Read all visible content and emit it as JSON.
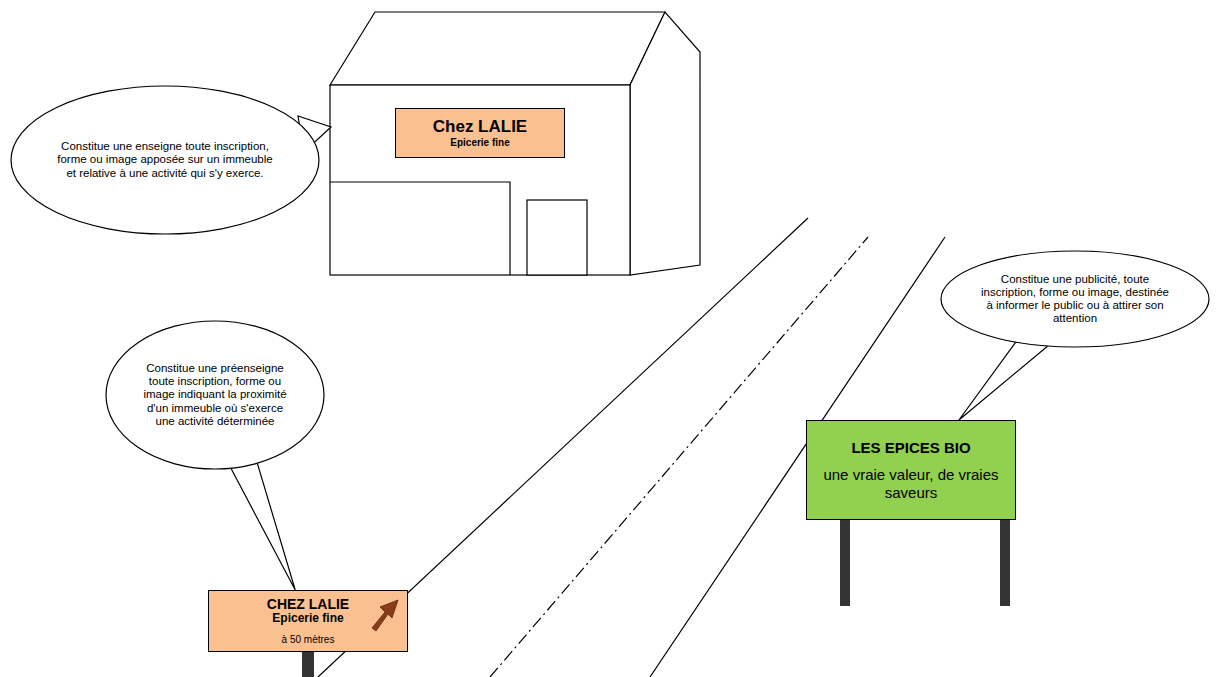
{
  "diagram": {
    "nodes": [
      {
        "text": [
          "Constitue une enseigne toute inscription, forme ou image apposée sur un immeuble et relative à une activité qui s'y exerce."
        ]
      },
      {
        "text": [
          "Chez LALIE",
          "Epicerie fine"
        ]
      },
      {
        "text": [
          "Constitue une publicité, toute inscription, forme ou image, destinée à informer le public ou à attirer son attention"
        ]
      },
      {
        "text": [
          "Constitue une préenseigne toute inscription, forme ou image indiquant la proximité d'un immeuble où s'exerce une activité déterminée"
        ]
      },
      {
        "text": [
          "LES EPICES BIO",
          "une vraie valeur, de vraies saveurs"
        ]
      },
      {
        "text": [
          "CHEZ LALIE",
          "Epicerie fine",
          "à 50 mètres"
        ]
      }
    ],
    "edges": [
      {
        "from": 3,
        "to": 5,
        "arrow": "none"
      },
      {
        "from": 2,
        "to": 4,
        "arrow": "none"
      }
    ]
  }
}
